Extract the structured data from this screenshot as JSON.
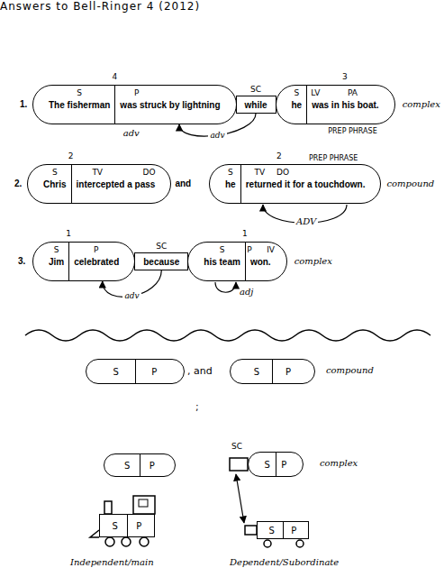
{
  "diagram": {
    "title": "Answers to Bell-Ringer 4 (2012)",
    "nodes": [
      {
        "text": [
          "The fisherman",
          "was struck by lightning"
        ]
      },
      {
        "text": [
          "while"
        ]
      },
      {
        "text": [
          "he",
          "was in his boat."
        ]
      },
      {
        "text": [
          "Chris",
          "intercepted a pass"
        ]
      },
      {
        "text": [
          "he",
          "returned it for a touchdown."
        ]
      },
      {
        "text": [
          "Jim",
          "celebrated"
        ]
      },
      {
        "text": [
          "because"
        ]
      },
      {
        "text": [
          "his team",
          "won."
        ]
      },
      {
        "text": [
          "S",
          "P"
        ]
      },
      {
        "text": [
          "S",
          "P"
        ]
      },
      {
        "text": [
          "S",
          "P"
        ]
      },
      {
        "text": [
          "S",
          "P"
        ]
      },
      {
        "text": [
          "S",
          "P"
        ]
      },
      {
        "text": [
          "S",
          "P"
        ]
      }
    ],
    "edges": [
      {
        "from": 1,
        "to": 0,
        "arrow": "to",
        "label": "adv"
      },
      {
        "from": 6,
        "to": 5,
        "arrow": "to",
        "label": "adv"
      }
    ],
    "labels": [
      "1.",
      "4",
      "S",
      "P",
      "SC",
      "3",
      "S",
      "LV",
      "PA",
      "adv",
      "PREP PHRASE",
      "complex",
      "2.",
      "2",
      "S",
      "TV",
      "DO",
      "and",
      "2",
      "S",
      "TV",
      "DO",
      "PREP PHRASE",
      "ADV",
      "compound",
      "3.",
      "1",
      "S",
      "P",
      "SC",
      "1",
      "S",
      "P",
      "IV",
      "adj",
      "complex",
      ", and",
      "compound",
      ";",
      "SC",
      "complex",
      "Independent/main",
      "Dependent/Subordinate"
    ]
  }
}
